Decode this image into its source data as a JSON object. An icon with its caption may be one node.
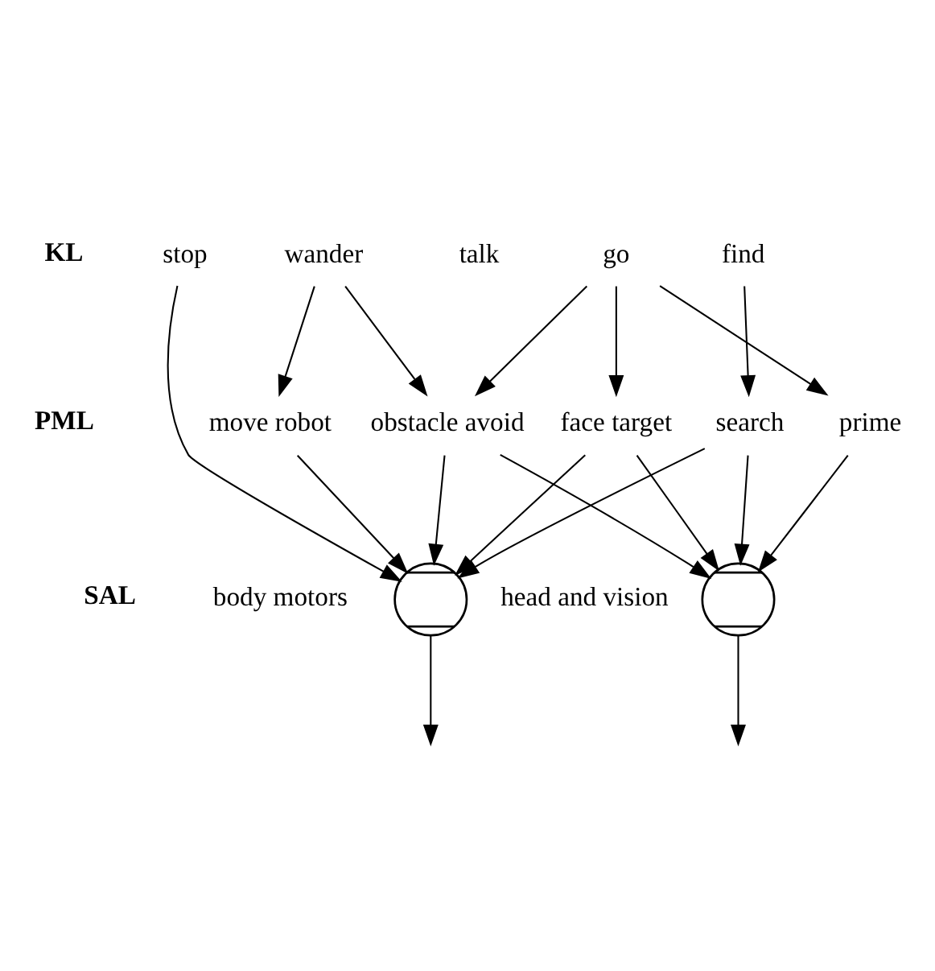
{
  "diagram": {
    "nodes": [
      {
        "text": [
          "stop"
        ]
      },
      {
        "text": [
          "wander"
        ]
      },
      {
        "text": [
          "talk"
        ]
      },
      {
        "text": [
          "go"
        ]
      },
      {
        "text": [
          "find"
        ]
      },
      {
        "text": [
          "move robot"
        ]
      },
      {
        "text": [
          "obstacle avoid"
        ]
      },
      {
        "text": [
          "face target"
        ]
      },
      {
        "text": [
          "search"
        ]
      },
      {
        "text": [
          "prime"
        ]
      },
      {
        "text": [],
        "shape": "circle",
        "beside": [
          "body motors"
        ]
      },
      {
        "text": [],
        "shape": "circle",
        "beside": [
          "head and vision"
        ]
      }
    ],
    "edges": [
      {
        "from": 0,
        "to": 10,
        "arrow": "to"
      },
      {
        "from": 1,
        "to": 5,
        "arrow": "to"
      },
      {
        "from": 1,
        "to": 6,
        "arrow": "to"
      },
      {
        "from": 3,
        "to": 6,
        "arrow": "to"
      },
      {
        "from": 3,
        "to": 7,
        "arrow": "to"
      },
      {
        "from": 3,
        "to": 9,
        "arrow": "to"
      },
      {
        "from": 4,
        "to": 8,
        "arrow": "to"
      },
      {
        "from": 5,
        "to": 10,
        "arrow": "to"
      },
      {
        "from": 6,
        "to": 10,
        "arrow": "to"
      },
      {
        "from": 6,
        "to": 11,
        "arrow": "to"
      },
      {
        "from": 7,
        "to": 10,
        "arrow": "to"
      },
      {
        "from": 7,
        "to": 11,
        "arrow": "to"
      },
      {
        "from": 8,
        "to": 10,
        "arrow": "to"
      },
      {
        "from": 8,
        "to": 11,
        "arrow": "to"
      },
      {
        "from": 9,
        "to": 11,
        "arrow": "to"
      },
      {
        "from": 10,
        "to": null,
        "arrow": "to"
      },
      {
        "from": 11,
        "to": null,
        "arrow": "to"
      }
    ],
    "labels": [
      "KL",
      "PML",
      "SAL"
    ]
  }
}
